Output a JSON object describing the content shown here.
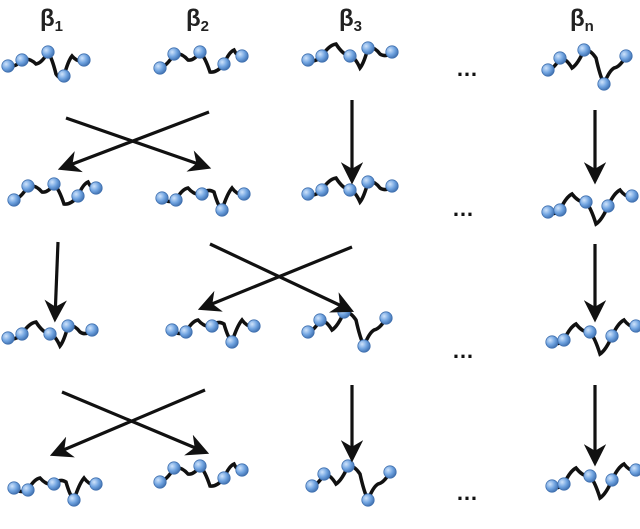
{
  "columns": [
    {
      "symbol": "β",
      "subscript": "1"
    },
    {
      "symbol": "β",
      "subscript": "2"
    },
    {
      "symbol": "β",
      "subscript": "3"
    },
    {
      "symbol": "β",
      "subscript": "n"
    }
  ],
  "ellipsis": "…",
  "colors": {
    "bead": "#6fa3e0",
    "bead_edge": "#3f6fae",
    "chain": "#111111",
    "arrow": "#111111"
  },
  "icon": "polymer-chain-icon",
  "rows": [
    {
      "exchange": [
        "1",
        "2"
      ],
      "vertical": [
        "3",
        "n"
      ]
    },
    {
      "exchange": [
        "2",
        "3"
      ],
      "vertical": [
        "1",
        "n"
      ]
    },
    {
      "exchange": [
        "1",
        "2"
      ],
      "vertical": [
        "3",
        "n"
      ]
    }
  ]
}
